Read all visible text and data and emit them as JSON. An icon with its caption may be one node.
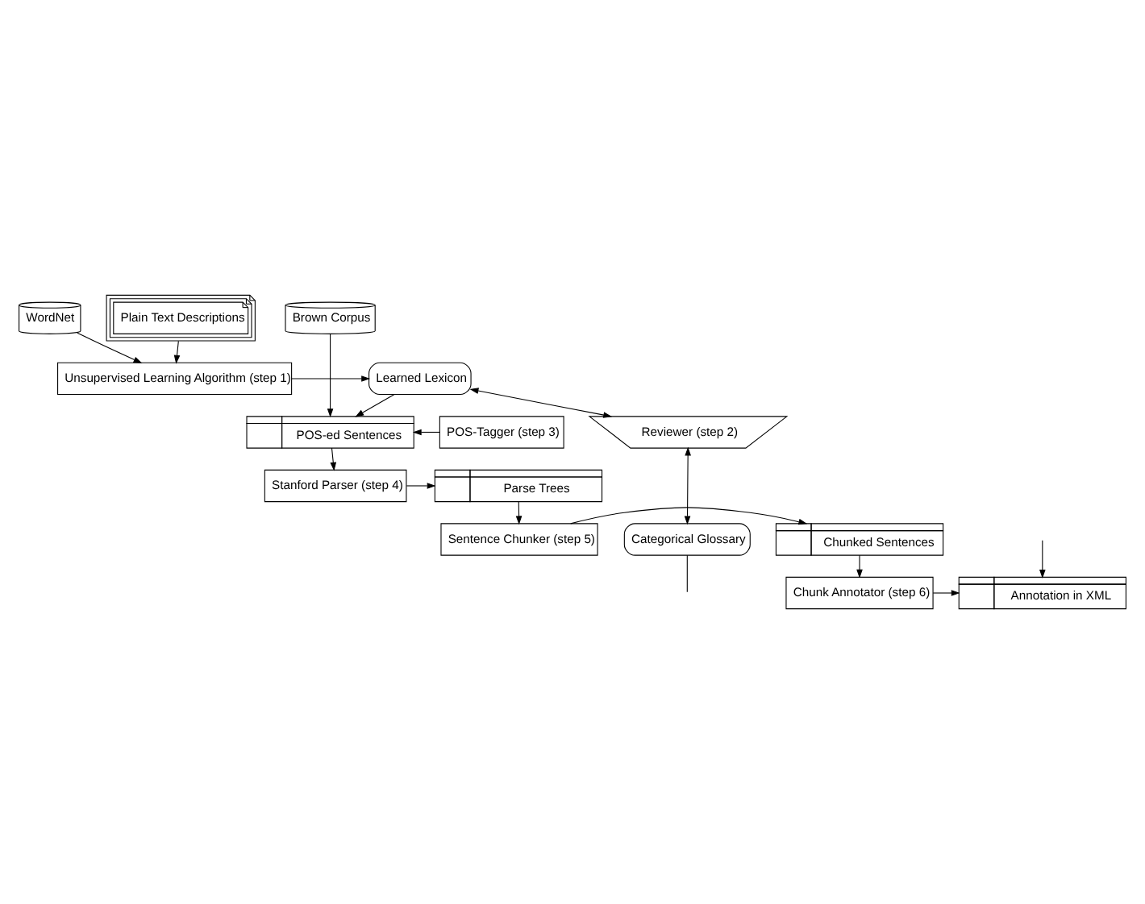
{
  "diagram": {
    "nodes": [
      {
        "text": [
          "Plain Text Descriptions"
        ]
      },
      {
        "text": [
          "WordNet"
        ]
      },
      {
        "text": [
          "Brown Corpus"
        ]
      },
      {
        "text": [
          "Unsupervised Learning Algorithm (step 1)"
        ]
      },
      {
        "text": [
          "Learned Lexicon"
        ]
      },
      {
        "text": [
          "POS-Tagger (step 3)"
        ]
      },
      {
        "text": [
          "POS-ed Sentences"
        ]
      },
      {
        "text": [
          "Reviewer (step 2)"
        ]
      },
      {
        "text": [
          "Stanford Parser (step 4)"
        ]
      },
      {
        "text": [
          "Parse Trees"
        ]
      },
      {
        "text": [
          "Sentence Chunker (step 5)"
        ]
      },
      {
        "text": [
          "Chunked Sentences"
        ]
      },
      {
        "text": [
          "Categorical Glossary"
        ]
      },
      {
        "text": [
          "Chunk Annotator (step 6)"
        ]
      },
      {
        "text": [
          "Annotation in XML"
        ]
      }
    ],
    "edges": [
      {
        "from": 0,
        "to": 3,
        "arrow": "to"
      },
      {
        "from": 1,
        "to": 3,
        "arrow": "to"
      },
      {
        "from": 3,
        "to": 4,
        "arrow": "to"
      },
      {
        "from": 2,
        "to": 6,
        "arrow": "to"
      },
      {
        "from": 4,
        "to": 6,
        "arrow": "to"
      },
      {
        "from": 5,
        "to": 6,
        "arrow": "to"
      },
      {
        "from": 4,
        "to": 7,
        "arrow": "both"
      },
      {
        "from": 7,
        "to": 12,
        "arrow": "both"
      },
      {
        "from": 6,
        "to": 8,
        "arrow": "to"
      },
      {
        "from": 8,
        "to": 9,
        "arrow": "to"
      },
      {
        "from": 9,
        "to": 10,
        "arrow": "to"
      },
      {
        "from": 10,
        "to": 11,
        "arrow": "to"
      },
      {
        "from": 11,
        "to": 13,
        "arrow": "to"
      },
      {
        "from": 13,
        "to": 14,
        "arrow": "to"
      },
      {
        "from": null,
        "to": 14,
        "arrow": "to"
      },
      {
        "from": 12,
        "to": null,
        "arrow": "none"
      }
    ]
  }
}
